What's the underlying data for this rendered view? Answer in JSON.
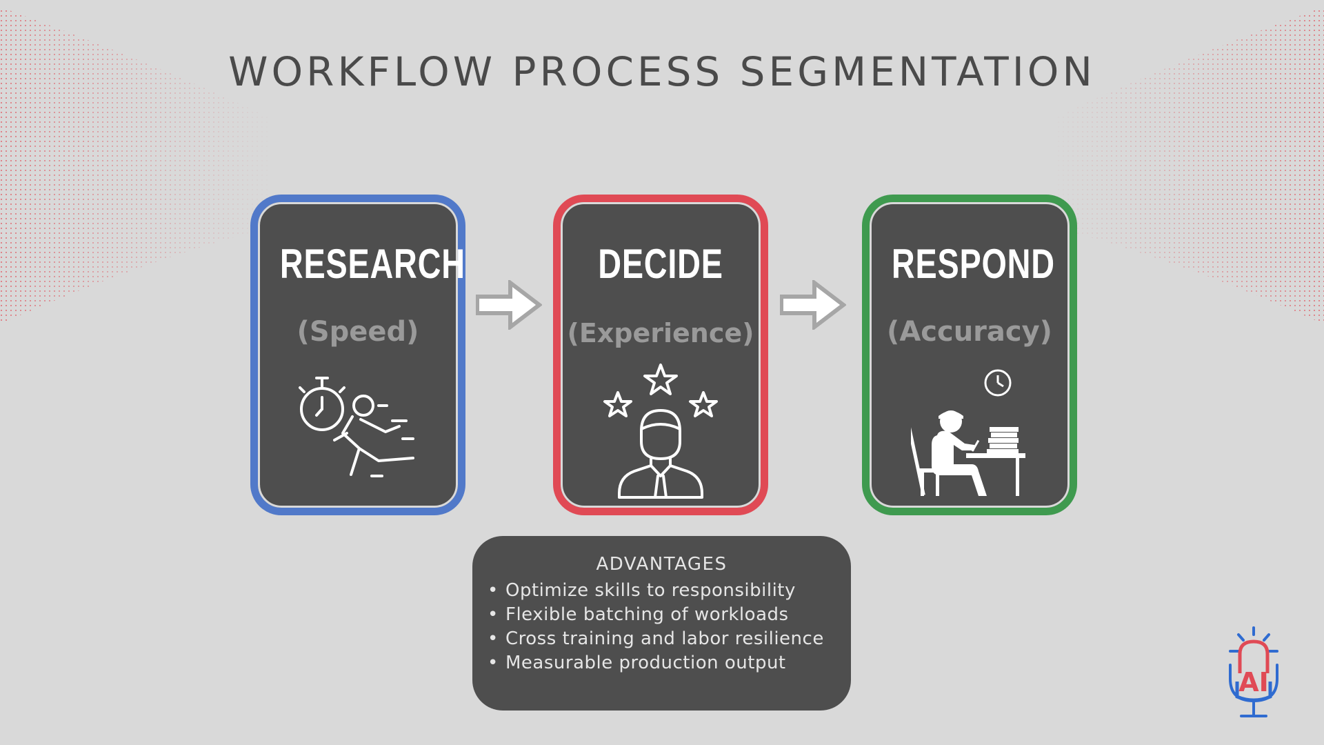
{
  "title": "WORKFLOW PROCESS SEGMENTATION",
  "stages": [
    {
      "title": "RESEARCH",
      "subtitle": "(Speed)",
      "icon": "running-stopwatch-icon",
      "border_color": "#5179c9"
    },
    {
      "title": "DECIDE",
      "subtitle": "(Experience)",
      "icon": "person-stars-icon",
      "border_color": "#e04a55"
    },
    {
      "title": "RESPOND",
      "subtitle": "(Accuracy)",
      "icon": "person-desk-clock-icon",
      "border_color": "#3f9a4f"
    }
  ],
  "advantages": {
    "heading": "ADVANTAGES",
    "items": [
      "Optimize skills to responsibility",
      "Flexible batching of workloads",
      "Cross training and labor resilience",
      "Measurable production output"
    ]
  },
  "logo": {
    "text": "AI",
    "icon": "podcast-mic-logo-icon",
    "colors": {
      "primary": "#e04a55",
      "secondary": "#2f6bd0"
    }
  },
  "colors": {
    "background": "#d9d9d9",
    "card_fill": "#4e4e4e",
    "arrow": "#a6a6a6",
    "dots": "#e05a63"
  }
}
